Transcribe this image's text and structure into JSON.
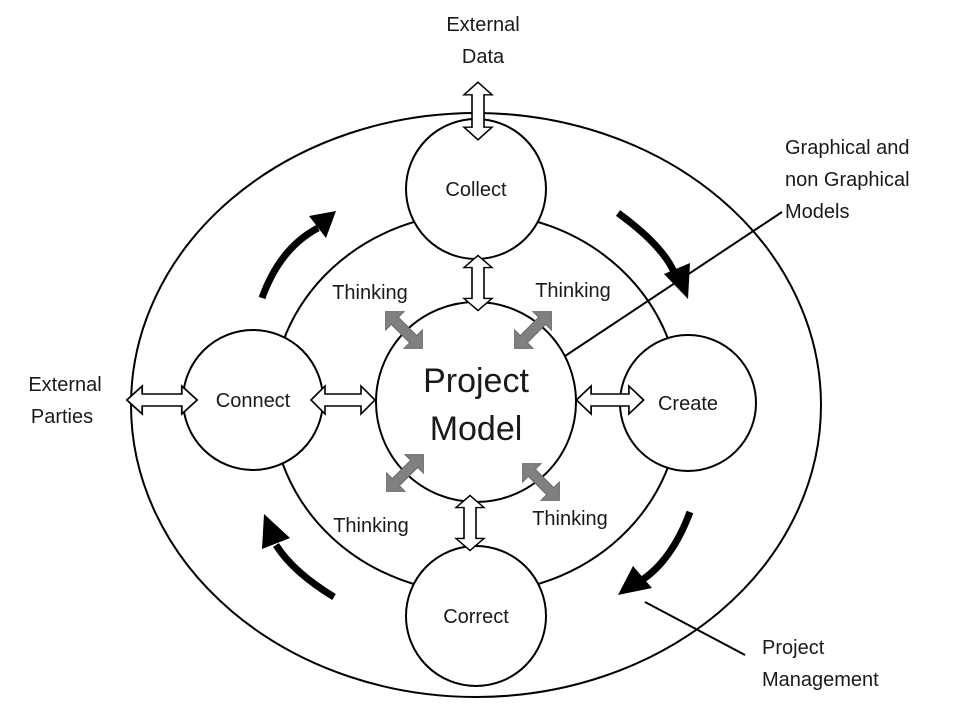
{
  "diagram": {
    "center": {
      "line1": "Project",
      "line2": "Model"
    },
    "nodes": {
      "collect": "Collect",
      "create": "Create",
      "correct": "Correct",
      "connect": "Connect"
    },
    "thinking": [
      "Thinking",
      "Thinking",
      "Thinking",
      "Thinking"
    ],
    "external_data": {
      "line1": "External",
      "line2": "Data"
    },
    "external_parties": {
      "line1": "External",
      "line2": "Parties"
    },
    "models_label": {
      "line1": "Graphical and",
      "line2": "non Graphical",
      "line3": "Models"
    },
    "project_management": {
      "line1": "Project",
      "line2": "Management"
    }
  },
  "colors": {
    "stroke": "#000000",
    "thinking_arrow": "#808080",
    "background": "#ffffff"
  },
  "icons": {
    "cycle_arrows": "curved-arrow-icon",
    "exchange_arrows": "double-headed-hollow-arrow-icon",
    "thinking_arrows": "double-headed-grey-arrow-icon"
  }
}
